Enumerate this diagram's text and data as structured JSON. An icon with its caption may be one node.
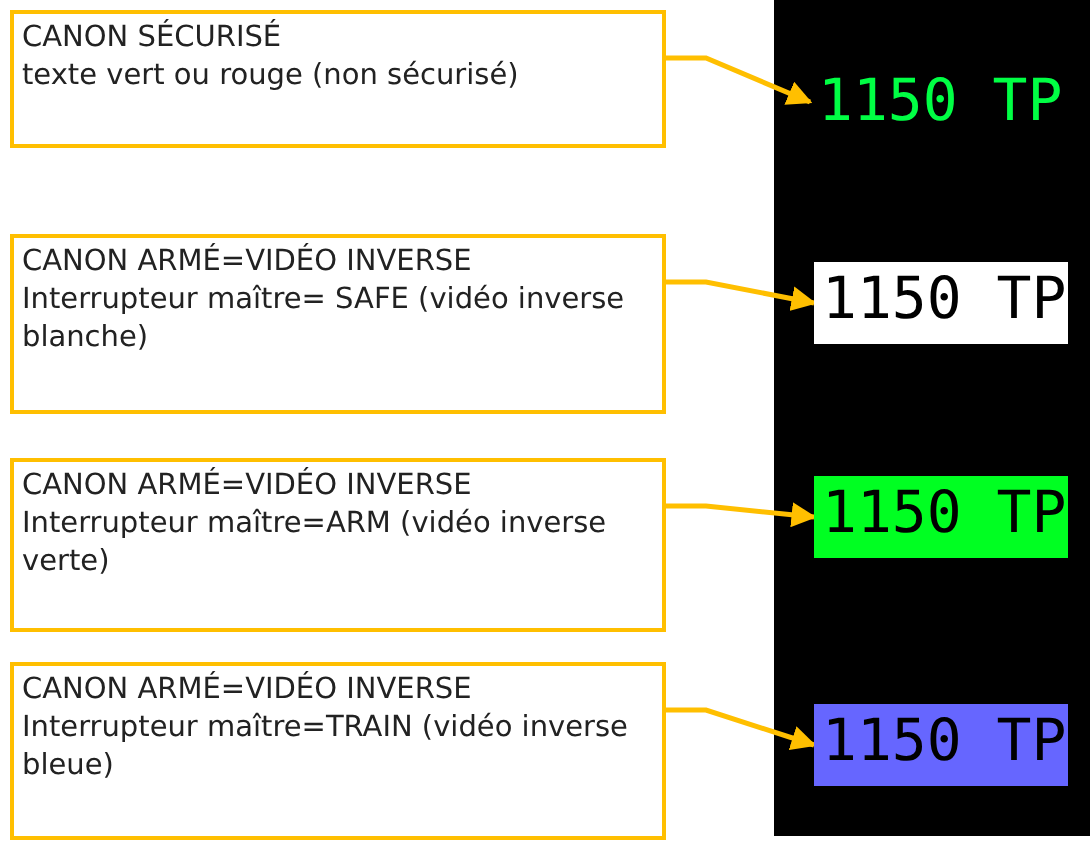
{
  "diagram": {
    "nodes": [
      {
        "text": [
          "CANON SÉCURISÉ",
          "texte vert ou rouge (non sécurisé)"
        ]
      },
      {
        "text": [
          "1150 TP"
        ]
      },
      {
        "text": [
          "CANON ARMÉ=VIDÉO INVERSE",
          "Interrupteur maître= SAFE (vidéo inverse blanche)"
        ]
      },
      {
        "text": [
          "1150 TP"
        ]
      },
      {
        "text": [
          "CANON ARMÉ=VIDÉO INVERSE",
          "Interrupteur maître=ARM (vidéo inverse verte)"
        ]
      },
      {
        "text": [
          "1150 TP"
        ]
      },
      {
        "text": [
          "CANON ARMÉ=VIDÉO INVERSE",
          "Interrupteur maître=TRAIN (vidéo inverse bleue)"
        ]
      },
      {
        "text": [
          "1150 TP"
        ]
      }
    ],
    "edges": [
      {
        "from": 0,
        "to": 1,
        "arrow": "to"
      },
      {
        "from": 2,
        "to": 3,
        "arrow": "to"
      },
      {
        "from": 4,
        "to": 5,
        "arrow": "to"
      },
      {
        "from": 6,
        "to": 7,
        "arrow": "to"
      }
    ]
  }
}
